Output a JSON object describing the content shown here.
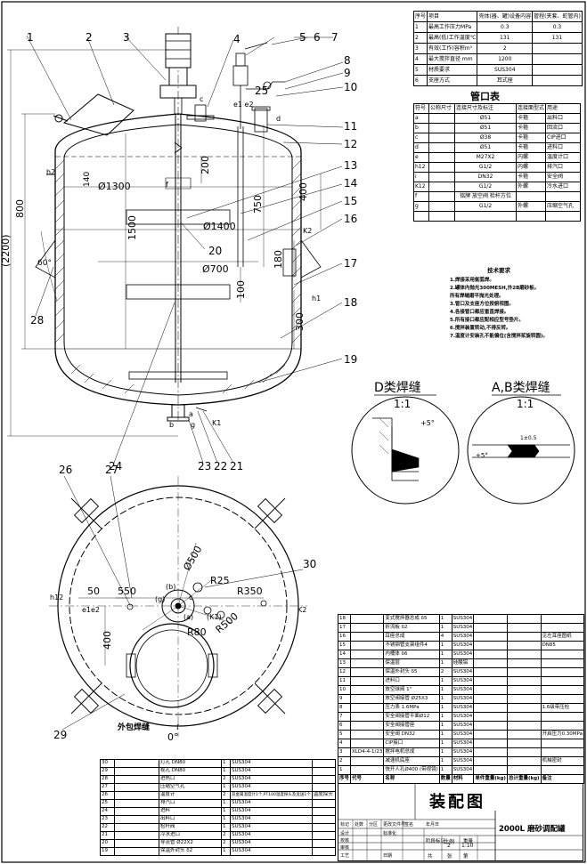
{
  "callouts": [
    "1",
    "2",
    "3",
    "4",
    "5",
    "6",
    "7",
    "8",
    "9",
    "10",
    "11",
    "12",
    "13",
    "14",
    "15",
    "16",
    "17",
    "18",
    "19",
    "20",
    "21",
    "22",
    "23",
    "24",
    "25",
    "26",
    "27",
    "28",
    "29",
    "30"
  ],
  "dims": {
    "d1300": "Ø1300",
    "d1400": "Ø1400",
    "d700": "Ø700",
    "h800": "800",
    "h2200": "(2200)",
    "h1500": "1500",
    "h750": "750",
    "h400": "400",
    "h200": "200",
    "h180": "180",
    "h100": "100",
    "h300": "300",
    "a60": "60°",
    "d500": "Ø500",
    "r25": "R25",
    "r350": "R350",
    "r80": "R80",
    "r500": "R500",
    "d50": "50",
    "d550": "550",
    "p400": "400",
    "ang0": "0°"
  },
  "nozzle_marks": {
    "h2": "h2",
    "k2": "K2",
    "k1": "K1",
    "h1": "h1",
    "h12": "h12",
    "e1e2": "e1 e2",
    "c": "c",
    "d": "d",
    "f": "f",
    "a": "a",
    "b": "b",
    "g": "g",
    "plan_e1e2": "e1e2",
    "plan_k2": "K2",
    "plan_b": "(b)",
    "plan_g": "(g)",
    "plan_c": "c",
    "plan_k1": "(K1)",
    "plan_a": "(a)",
    "plan_f": "f"
  },
  "weld": {
    "d_title": "D类焊缝",
    "d_scale": "1:1",
    "ab_title": "A,B类焊缝",
    "ab_scale": "1:1",
    "angle1": "+5°",
    "angle2": "+5°",
    "gap": "1±0.5"
  },
  "plan_caption": "外包焊缝",
  "spec_table": {
    "headers": [
      "序号",
      "项目",
      "壳体(器、罐)设备内容",
      "管程(夹套、蛇管内)"
    ],
    "rows": [
      [
        "1",
        "最高工作压力MPa",
        "0.3",
        "0.3"
      ],
      [
        "2",
        "最高(低)工作温度℃",
        "131",
        "131"
      ],
      [
        "3",
        "有效(工作)容积m³",
        "2",
        ""
      ],
      [
        "4",
        "最大搅拌直径 mm",
        "1200",
        ""
      ],
      [
        "5",
        "材质要求",
        "SUS304",
        ""
      ],
      [
        "6",
        "支座方式",
        "耳式座",
        ""
      ]
    ]
  },
  "port_table": {
    "title": "管口表",
    "headers": [
      "符号",
      "公称尺寸",
      "连接尺寸及标注",
      "连接面型式",
      "用途"
    ],
    "rows": [
      [
        "a",
        "",
        "Ø51",
        "卡箍",
        "出料口"
      ],
      [
        "b",
        "",
        "Ø51",
        "卡箍",
        "回流口"
      ],
      [
        "c",
        "",
        "Ø38",
        "卡箍",
        "CIP进口"
      ],
      [
        "d",
        "",
        "Ø51",
        "卡箍",
        "进料口"
      ],
      [
        "e",
        "",
        "M27X2",
        "内螺",
        "温度计口"
      ],
      [
        "h12",
        "",
        "G1/2",
        "内螺",
        "排汽口"
      ],
      [
        "i",
        "",
        "DN32",
        "卡箍",
        "安全阀"
      ],
      [
        "K12",
        "",
        "G1/2",
        "外螺",
        "冷水进口"
      ],
      [
        "f",
        "",
        "铭牌 放空阀 检杆方位",
        "",
        ""
      ],
      [
        "g",
        "",
        "G1/2",
        "外螺",
        "压缩空气孔"
      ],
      [
        "",
        "",
        "",
        "",
        ""
      ]
    ]
  },
  "notes": {
    "title": "技术要求",
    "items": [
      "1.焊接采用氩弧焊。",
      "2.罐体内抛光300MESH,外2B磨砂板。",
      "  所有焊缝磨平抛光处理。",
      "3.管口及支座方位按俯视图。",
      "4.各接管口都应垂直焊接。",
      "5.所有接口都应配相应型号垫片。",
      "6.搅拌装置转动,不得反转。",
      "7.温度计安装孔不能偏位(含搅拌浆旋转圆)。"
    ]
  },
  "parts_right": {
    "rows": [
      [
        "18",
        "",
        "变式搅拌器总成 δ5",
        "1",
        "SUS304",
        "",
        "",
        ""
      ],
      [
        "17",
        "",
        "折流板 δ2",
        "1",
        "SUS304",
        "",
        "",
        ""
      ],
      [
        "16",
        "",
        "耳座总成",
        "4",
        "SUS304",
        "",
        "",
        "见左耳座图纸"
      ],
      [
        "15",
        "",
        "不锈钢管支架组件4",
        "1",
        "SUS304",
        "",
        "",
        "DN85"
      ],
      [
        "14",
        "",
        "内桶体 δ6",
        "1",
        "SUS304",
        "",
        "",
        ""
      ],
      [
        "13",
        "",
        "保温层",
        "1",
        "硅酸铝",
        "",
        "",
        ""
      ],
      [
        "12",
        "",
        "保温外封头 δ5",
        "2",
        "SUS304",
        "",
        "",
        ""
      ],
      [
        "11",
        "",
        "进料口",
        "1",
        "SUS304",
        "",
        "",
        ""
      ],
      [
        "10",
        "",
        "放空球阀 1\"",
        "1",
        "SUS304",
        "",
        "",
        ""
      ],
      [
        "9",
        "",
        "放空阀接管 Ø25X3",
        "1",
        "SUS304",
        "",
        "",
        ""
      ],
      [
        "8",
        "",
        "压力表 1.6MPa",
        "1",
        "SUS304",
        "",
        "",
        "1.6级带压检"
      ],
      [
        "7",
        "",
        "安全阀接管平面Ø12",
        "1",
        "SUS304",
        "",
        "",
        ""
      ],
      [
        "6",
        "",
        "安全阀接管座",
        "1",
        "SUS304",
        "",
        "",
        ""
      ],
      [
        "5",
        "",
        "安全阀 DN32",
        "1",
        "SUS304",
        "",
        "",
        "开启压力0.30MPa"
      ],
      [
        "4",
        "",
        "CIP接口",
        "1",
        "SUS304",
        "",
        "",
        ""
      ],
      [
        "3",
        "XLD4-4-1/23",
        "搅拌电机总成",
        "1",
        "SUS304",
        "",
        "",
        ""
      ],
      [
        "2",
        "",
        "减速机底座",
        "1",
        "SUS304",
        "",
        "",
        "机械密封"
      ],
      [
        "1",
        "",
        "快开人孔Ø400 (带视镜)",
        "1",
        "SUS304",
        "",
        "",
        ""
      ]
    ],
    "footer": [
      "序号",
      "代号",
      "名称",
      "数量",
      "材料",
      "单件重量(kg)",
      "总计重量(kg)",
      "备注"
    ]
  },
  "parts_left": {
    "rows": [
      [
        "30",
        "",
        "灯孔 DN80",
        "1",
        "SUS304",
        ""
      ],
      [
        "29",
        "",
        "视孔 DN80",
        "1",
        "SUS304",
        ""
      ],
      [
        "28",
        "",
        "进热口",
        "2",
        "SUS304",
        ""
      ],
      [
        "27",
        "",
        "压缩空气孔",
        "1",
        "SUS304",
        ""
      ],
      [
        "26",
        "",
        "温度计",
        "2",
        "双金属温度计1个,PT100温度探头及变送1个",
        "温度探头"
      ],
      [
        "25",
        "",
        "排汽口",
        "1",
        "SUS304",
        ""
      ],
      [
        "24",
        "",
        "进料",
        "1",
        "SUS304",
        ""
      ],
      [
        "23",
        "",
        "出料口",
        "1",
        "SUS304",
        ""
      ],
      [
        "22",
        "",
        "检杆阀",
        "1",
        "SUS304",
        ""
      ],
      [
        "21",
        "",
        "冷水进口",
        "2",
        "SUS304",
        ""
      ],
      [
        "20",
        "",
        "导流管 Ø22X2",
        "2",
        "SUS304",
        ""
      ],
      [
        "19",
        "",
        "保温外封头 δ2",
        "1",
        "SUS304",
        ""
      ]
    ]
  },
  "title_block": {
    "big_title": "装配图",
    "product": "2000L 磨砂调配罐",
    "scale_label": "比例",
    "scale_value": "1:10",
    "sheet_label": "共",
    "sheet_value": "2",
    "designer": "设计",
    "checker": "校核",
    "approver": "审核",
    "process": "工艺",
    "std": "标准化",
    "date": "日期",
    "stage": "阶段标记",
    "weight": "重量",
    "of": "第",
    "page": "张",
    "rows_left": [
      "标记",
      "处数",
      "分区",
      "更改文件号",
      "签名",
      "年月日"
    ]
  }
}
